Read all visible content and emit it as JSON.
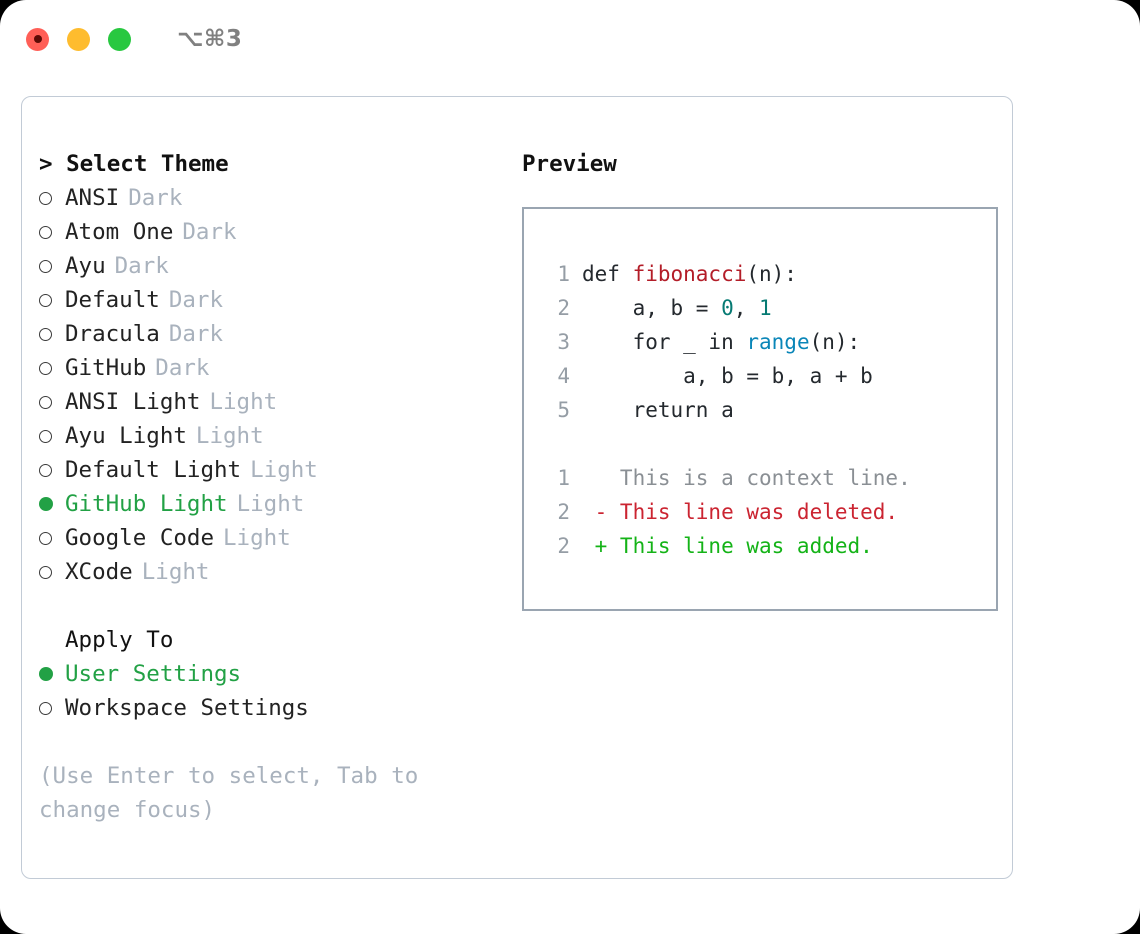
{
  "titlebar": {
    "shortcut": "⌥⌘3",
    "lights": [
      {
        "name": "close-button",
        "color": "#ff5f57"
      },
      {
        "name": "minimize-button",
        "color": "#febc2e"
      },
      {
        "name": "maximize-button",
        "color": "#28c840"
      }
    ]
  },
  "theme_picker": {
    "heading": "> Select Theme",
    "items": [
      {
        "label": "ANSI",
        "tag": "Dark",
        "selected": false
      },
      {
        "label": "Atom One",
        "tag": "Dark",
        "selected": false
      },
      {
        "label": "Ayu",
        "tag": "Dark",
        "selected": false
      },
      {
        "label": "Default",
        "tag": "Dark",
        "selected": false
      },
      {
        "label": "Dracula",
        "tag": "Dark",
        "selected": false
      },
      {
        "label": "GitHub",
        "tag": "Dark",
        "selected": false
      },
      {
        "label": "ANSI Light",
        "tag": "Light",
        "selected": false
      },
      {
        "label": "Ayu Light",
        "tag": "Light",
        "selected": false
      },
      {
        "label": "Default Light",
        "tag": "Light",
        "selected": false
      },
      {
        "label": "GitHub Light",
        "tag": "Light",
        "selected": true
      },
      {
        "label": "Google Code",
        "tag": "Light",
        "selected": false
      },
      {
        "label": "XCode",
        "tag": "Light",
        "selected": false
      }
    ]
  },
  "apply_to": {
    "heading": "Apply To",
    "items": [
      {
        "label": "User Settings",
        "selected": true
      },
      {
        "label": "Workspace Settings",
        "selected": false
      }
    ]
  },
  "hint": "(Use Enter to select, Tab to change focus)",
  "preview": {
    "title": "Preview",
    "code_lines": [
      {
        "no": "1",
        "indent": "",
        "segments": [
          {
            "text": "def ",
            "kind": "plain"
          },
          {
            "text": "fibonacci",
            "kind": "function"
          },
          {
            "text": "(n):",
            "kind": "plain"
          }
        ]
      },
      {
        "no": "2",
        "indent": "    ",
        "segments": [
          {
            "text": "a, b = ",
            "kind": "plain"
          },
          {
            "text": "0",
            "kind": "number"
          },
          {
            "text": ", ",
            "kind": "plain"
          },
          {
            "text": "1",
            "kind": "number"
          }
        ]
      },
      {
        "no": "3",
        "indent": "    ",
        "segments": [
          {
            "text": "for _ in ",
            "kind": "plain"
          },
          {
            "text": "range",
            "kind": "builtin"
          },
          {
            "text": "(n):",
            "kind": "plain"
          }
        ]
      },
      {
        "no": "4",
        "indent": "        ",
        "segments": [
          {
            "text": "a, b = b, a + b",
            "kind": "plain"
          }
        ]
      },
      {
        "no": "5",
        "indent": "    ",
        "segments": [
          {
            "text": "return a",
            "kind": "plain"
          }
        ]
      }
    ],
    "diff_lines": [
      {
        "no": "1",
        "marker": " ",
        "text": "This is a context line.",
        "kind": "context"
      },
      {
        "no": "2",
        "marker": "-",
        "text": "This line was deleted.",
        "kind": "deleted"
      },
      {
        "no": "2",
        "marker": "+",
        "text": "This line was added.",
        "kind": "added"
      }
    ]
  },
  "colors": {
    "selected_green": "#22a145",
    "tag_gray": "#a9b2bd",
    "function_red": "#b31d28",
    "number_teal": "#067a73",
    "builtin_blue": "#0a86b8",
    "diff_deleted": "#cb2431",
    "diff_added": "#14b317",
    "lineno_gray": "#959da5"
  }
}
